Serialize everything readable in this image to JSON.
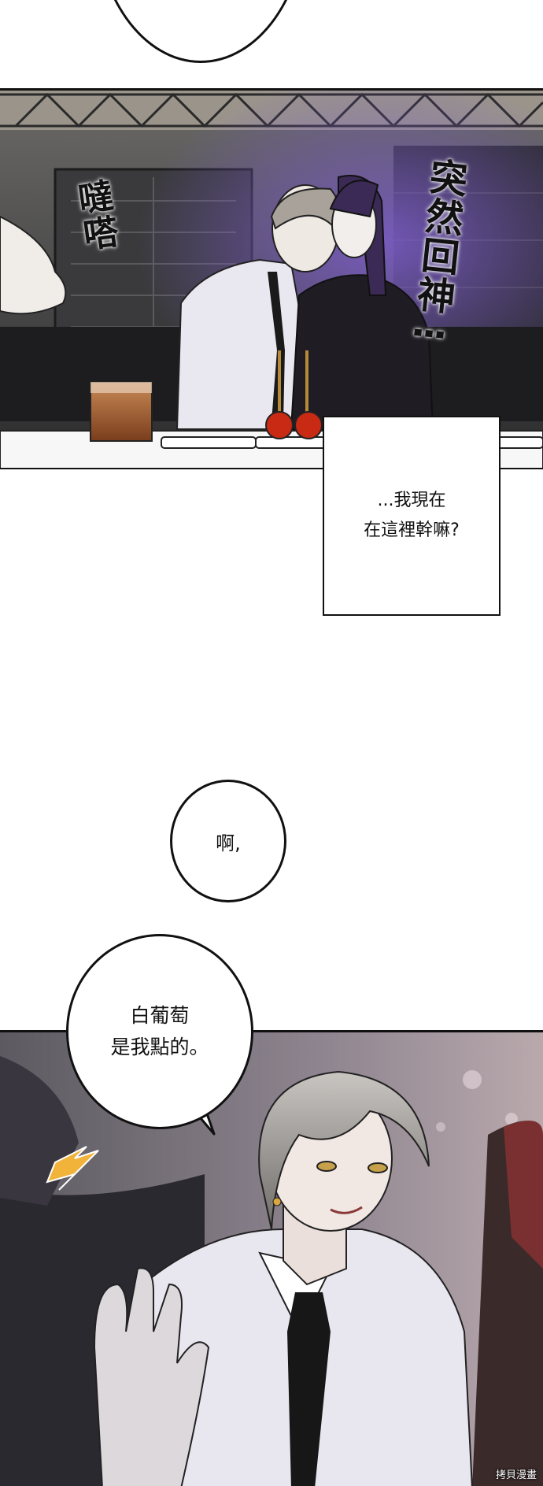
{
  "panel1": {
    "sfx_left": "噠嗒",
    "sfx_right": "突然回神⋮"
  },
  "narration": {
    "line1": "...我現在",
    "line2": "在這裡幹嘛?"
  },
  "bubble_ah": {
    "text": "啊,"
  },
  "bubble_grape": {
    "line1": "白葡萄",
    "line2": "是我點的。"
  },
  "watermark": {
    "text": "拷貝漫畫"
  }
}
